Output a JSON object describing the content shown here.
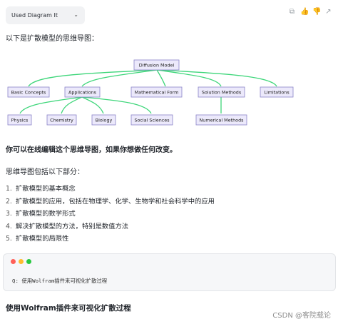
{
  "plugin": {
    "label": "Used Diagram It",
    "icon": "chevron-down-icon"
  },
  "top_actions": [
    {
      "name": "copy-icon",
      "glyph": "⧉"
    },
    {
      "name": "thumbs-up-icon",
      "glyph": "👍"
    },
    {
      "name": "thumbs-down-icon",
      "glyph": "👎"
    },
    {
      "name": "share-icon",
      "glyph": "↗"
    }
  ],
  "intro_text": "以下是扩散模型的思维导图：",
  "mindmap": {
    "root": "Diffusion Model",
    "children": [
      "Basic Concepts",
      "Applications",
      "Mathematical Form",
      "Solution Methods",
      "Limitations"
    ],
    "applications_children": [
      "Physics",
      "Chemistry",
      "Biology",
      "Social Sciences"
    ],
    "solution_children": [
      "Numerical Methods"
    ],
    "colors": {
      "node_fill": "#ece9fb",
      "node_stroke": "#8a83c9",
      "edge": "#3ed67a"
    }
  },
  "edit_note": "你可以在线编辑这个思维导图，如果你想做任何改变。",
  "list_intro": "思维导图包括以下部分：",
  "list_items": [
    {
      "num": "1.",
      "text": "扩散模型的基本概念"
    },
    {
      "num": "2.",
      "text": "扩散模型的应用，包括在物理学、化学、生物学和社会科学中的应用"
    },
    {
      "num": "3.",
      "text": "扩散模型的数学形式"
    },
    {
      "num": "4.",
      "text": "解决扩散模型的方法，特别是数值方法"
    },
    {
      "num": "5.",
      "text": "扩散模型的局限性"
    }
  ],
  "code_box": {
    "dot_colors": [
      "#ff5f57",
      "#febc2e",
      "#28c840"
    ],
    "line": "Q: 使用Wolfram插件来可视化扩散过程"
  },
  "heading": "使用Wolfram插件来可视化扩散过程",
  "watermark": "CSDN @客院载论"
}
